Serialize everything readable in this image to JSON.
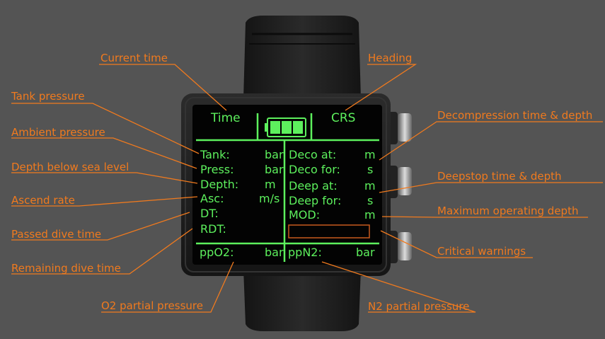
{
  "colors": {
    "background": "#545454",
    "callout": "#f07a1e",
    "lcd_green": "#5df05d",
    "warning_box": "#c85a1e",
    "device_body": "#1c1c1c",
    "screen": "#030303"
  },
  "screen": {
    "time_label": "Time",
    "heading_label": "CRS",
    "battery_icon": "battery-icon",
    "battery_level": 1.0,
    "left": {
      "tank": "Tank:",
      "tank_unit": "bar",
      "press": "Press:",
      "press_unit": "bar",
      "depth": "Depth:",
      "depth_unit": "m",
      "asc": "Asc:",
      "asc_unit": "m/s",
      "dt": "DT:",
      "rdt": "RDT:"
    },
    "right": {
      "deco_at": "Deco at:",
      "deco_at_unit": "m",
      "deco_for": "Deco for:",
      "deco_for_unit": "s",
      "deep_at": "Deep at:",
      "deep_at_unit": "m",
      "deep_for": "Deep for:",
      "deep_for_unit": "s",
      "mod": "MOD:",
      "mod_unit": "m"
    },
    "bottom": {
      "ppo2": "ppO2:",
      "ppo2_unit": "bar",
      "ppn2": "ppN2:",
      "ppn2_unit": "bar"
    }
  },
  "callouts": {
    "current_time": "Current time",
    "heading": "Heading",
    "tank_pressure": "Tank pressure",
    "ambient_pressure": "Ambient pressure",
    "depth": "Depth below sea level",
    "ascend_rate": "Ascend rate",
    "passed_time": "Passed dive time",
    "remaining_time": "Remaining dive time",
    "o2_partial": "O2 partial pressure",
    "n2_partial": "N2 partial pressure",
    "deco": "Decompression time & depth",
    "deepstop": "Deepstop time & depth",
    "mod": "Maximum operating depth",
    "warnings": "Critical warnings"
  }
}
